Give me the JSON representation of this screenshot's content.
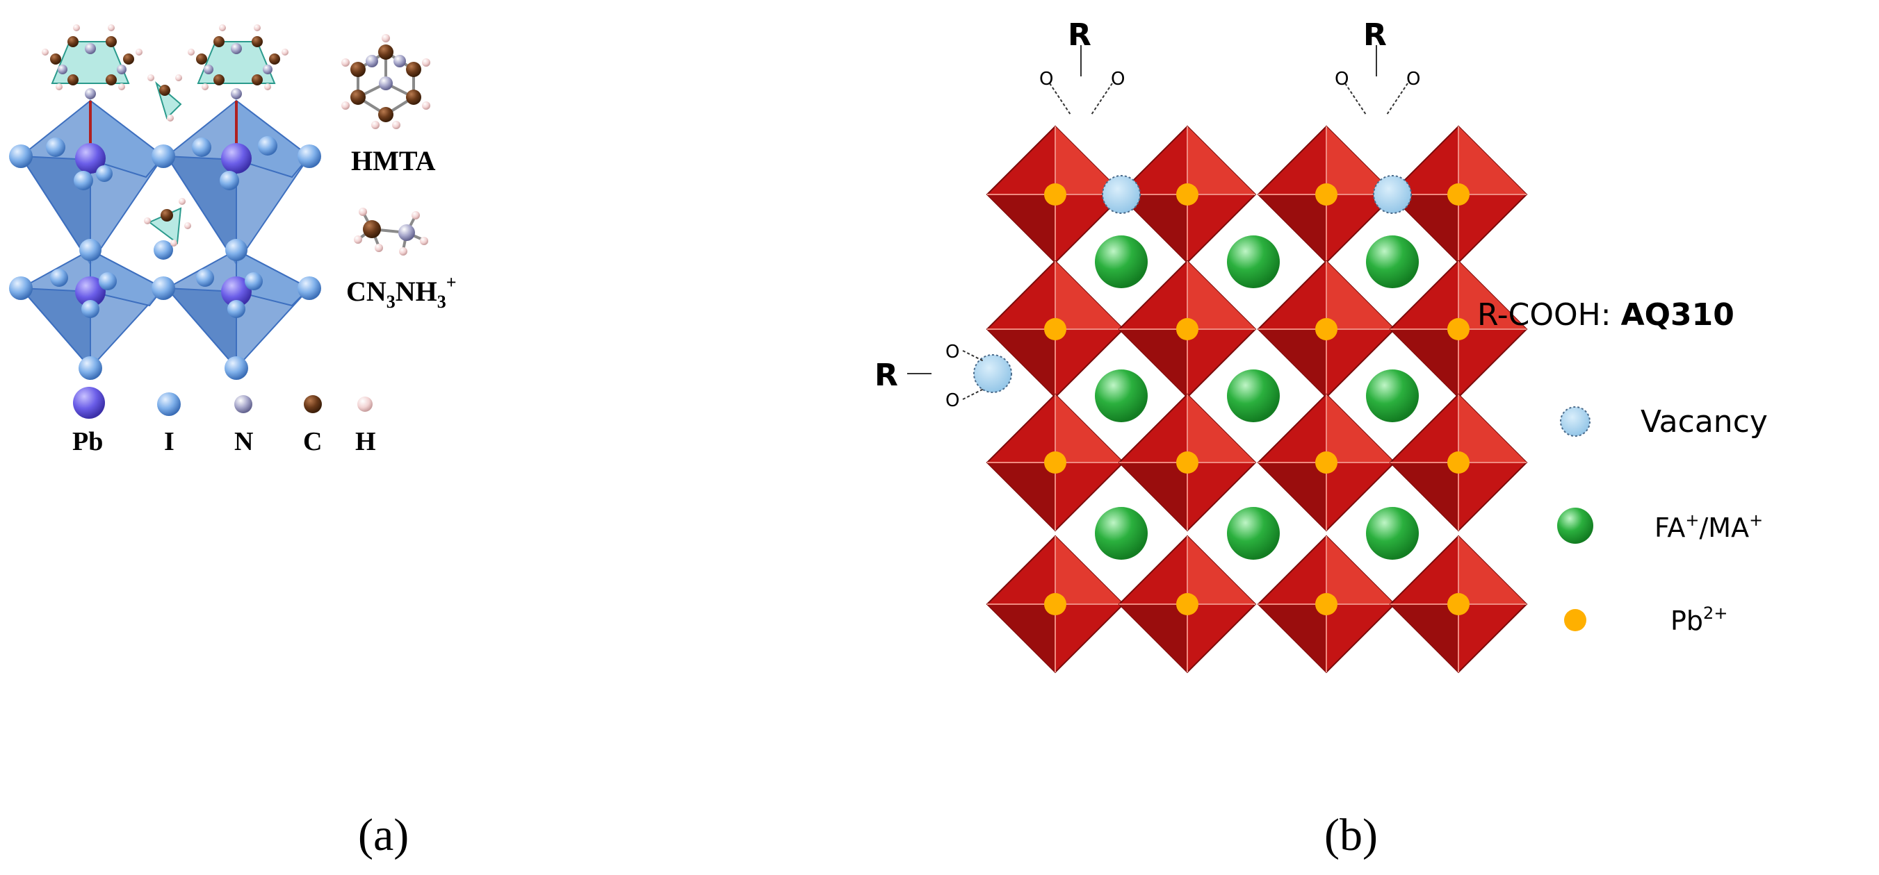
{
  "panel_a": {
    "labels": {
      "hmta": "HMTA",
      "cn3nh3": "CN",
      "cn3nh3_sub1": "3",
      "cn3nh3_mid": "NH",
      "cn3nh3_sub2": "3",
      "cn3nh3_sup": "+"
    },
    "legend": [
      {
        "symbol": "Pb",
        "color": "#6b5ee8"
      },
      {
        "symbol": "I",
        "color": "#7fb0ea"
      },
      {
        "symbol": "N",
        "color": "#a9a9cc"
      },
      {
        "symbol": "C",
        "color": "#6b3a1a"
      },
      {
        "symbol": "H",
        "color": "#f2d3d3"
      }
    ],
    "caption": "(a)"
  },
  "panel_b": {
    "r_label": "R",
    "o_label": "O",
    "r_cooh_prefix": "R-COOH: ",
    "r_cooh_name": "AQ310",
    "legend": [
      {
        "label": "Vacancy",
        "color": "#a9d4ef"
      },
      {
        "label": "FA",
        "sup1": "+",
        "mid": "/MA",
        "sup2": "+",
        "color": "#2bb03e"
      },
      {
        "label": "Pb",
        "sup1": "2+",
        "color": "#ffb000"
      }
    ],
    "caption": "(b)"
  }
}
